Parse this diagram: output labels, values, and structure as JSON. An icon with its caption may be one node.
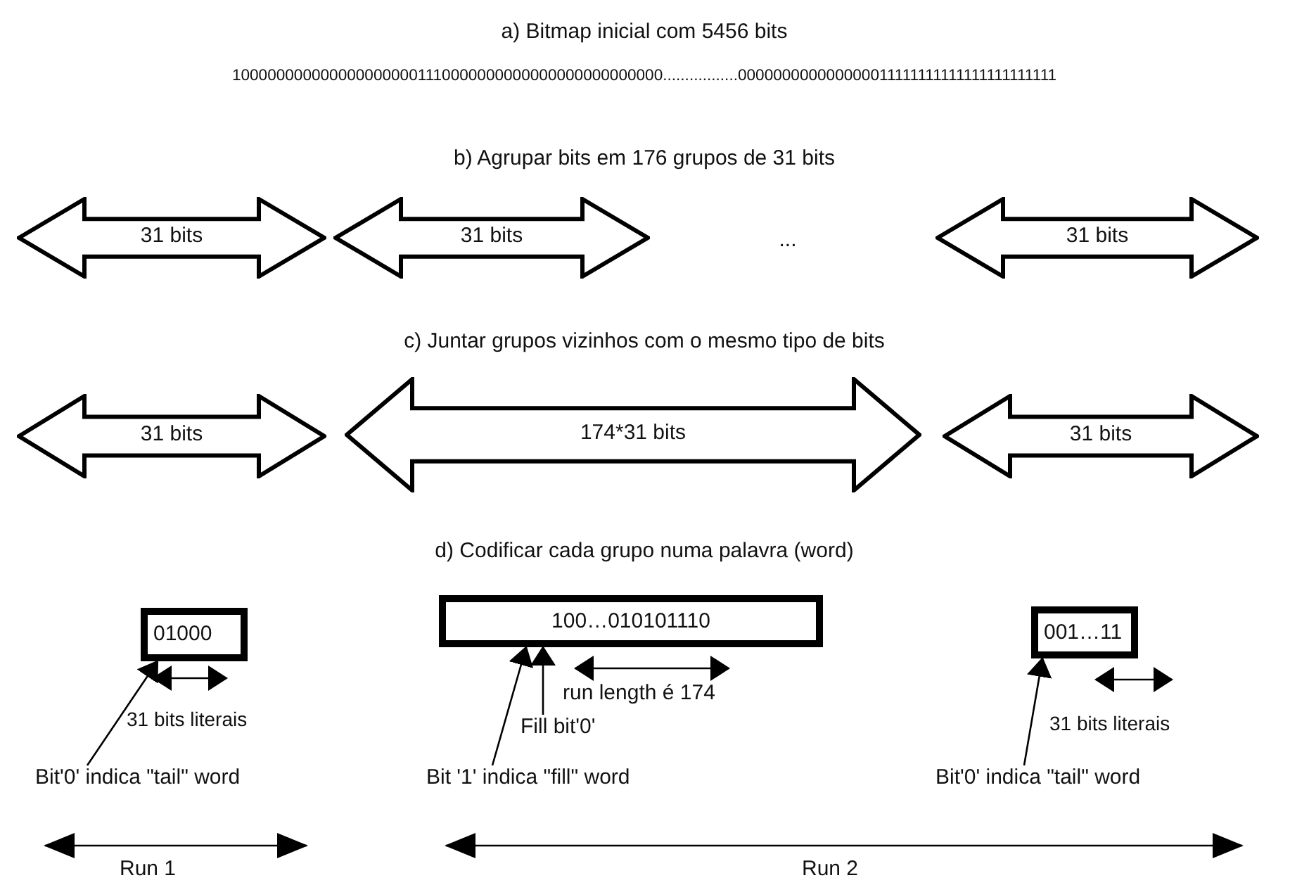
{
  "diagram": {
    "nodes": [
      {
        "text": [
          "31 bits"
        ]
      },
      {
        "text": [
          "31 bits"
        ]
      },
      {
        "text": [
          "31 bits"
        ]
      },
      {
        "text": [
          "31 bits"
        ]
      },
      {
        "text": [
          "174*31 bits"
        ]
      },
      {
        "text": [
          "31 bits"
        ]
      },
      {
        "text": [
          "01000"
        ]
      },
      {
        "text": [
          "100…010101110"
        ]
      },
      {
        "text": [
          "001…11"
        ]
      },
      {
        "text": [
          "Bit'0' indica \"tail\" word"
        ]
      },
      {
        "text": [
          "Bit '1' indica \"fill\" word"
        ]
      },
      {
        "text": [
          "Fill bit'0'"
        ]
      },
      {
        "text": [
          "Bit'0' indica \"tail\" word"
        ]
      }
    ],
    "edges": [
      {
        "from": 9,
        "to": 6,
        "arrow": "to"
      },
      {
        "from": 10,
        "to": 7,
        "arrow": "to"
      },
      {
        "from": 11,
        "to": 7,
        "arrow": "to"
      },
      {
        "from": 12,
        "to": 8,
        "arrow": "to"
      }
    ],
    "labels": [
      "a) Bitmap inicial com 5456 bits",
      "1000000000000000000001110000000000000000000000000.................000000000000000011111111111111111111111",
      "b) Agrupar bits em 176 grupos de 31 bits",
      "...",
      "c) Juntar grupos vizinhos com o mesmo tipo de bits",
      "d) Codificar cada grupo numa palavra (word)",
      "31 bits literais",
      "run length é 174",
      "31 bits literais",
      "Run 1",
      "Run 2"
    ]
  }
}
